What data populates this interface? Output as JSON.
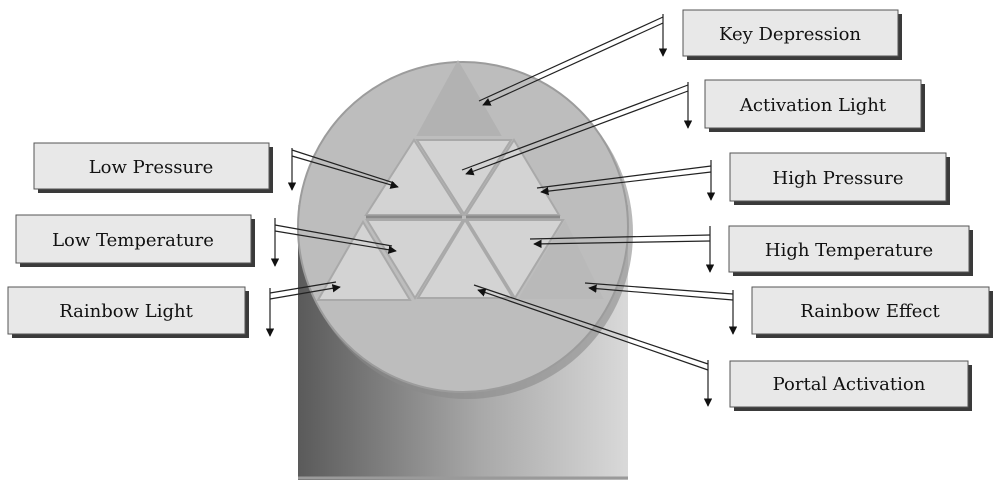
{
  "diagram": {
    "labels": {
      "key_depression": "Key Depression",
      "activation_light": "Activation Light",
      "low_pressure": "Low Pressure",
      "high_pressure": "High Pressure",
      "low_temperature": "Low Temperature",
      "high_temperature": "High Temperature",
      "rainbow_light": "Rainbow Light",
      "rainbow_effect": "Rainbow Effect",
      "portal_activation": "Portal Activation"
    },
    "colors": {
      "label_box_fill": "#e8e8e8",
      "label_box_shadow": "#3a3a3a",
      "disc_fill": "#bdbdbd",
      "disc_stroke": "#8c8c8c",
      "triangle_fill": "#d3d3d3",
      "top_triangle_fill": "#b2b2b2",
      "pedestal_dark": "#5a5a5a",
      "pedestal_light": "#d9d9d9",
      "callout_line": "#222222"
    }
  }
}
